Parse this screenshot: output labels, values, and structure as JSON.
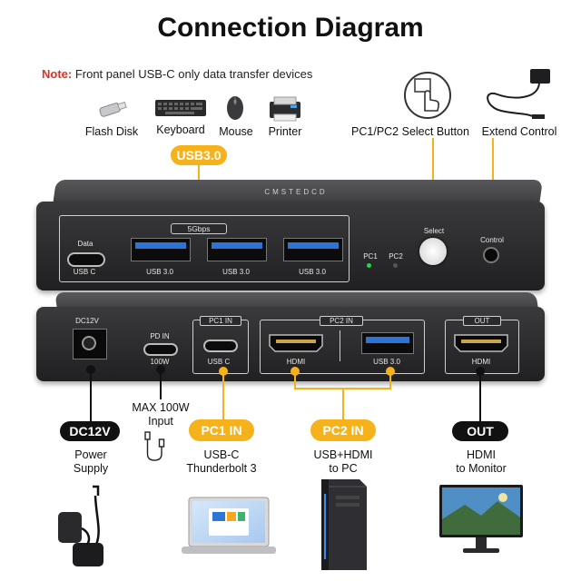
{
  "title": "Connection Diagram",
  "note": {
    "prefix": "Note:",
    "text": " Front panel USB-C only data transfer devices"
  },
  "devices": [
    "Flash Disk",
    "Keyboard",
    "Mouse",
    "Printer"
  ],
  "select_label": "PC1/PC2 Select Button",
  "extend_label": "Extend Control",
  "usb_badge": "USB3.0",
  "front": {
    "brand": "CMSTEDCD",
    "gbps": "5Gbps",
    "data": "Data",
    "usbc": "USB C",
    "usb30": "USB 3.0",
    "pc1": "PC1",
    "pc2": "PC2",
    "select": "Select",
    "control": "Control"
  },
  "back": {
    "dc12v": "DC12V",
    "pdin": "PD IN",
    "w100": "100W",
    "pc1in": "PC1 IN",
    "usbc": "USB C",
    "pc2in": "PC2 IN",
    "hdmi": "HDMI",
    "usb30": "USB 3.0",
    "out": "OUT"
  },
  "bottom": {
    "dc12v_badge": "DC12V",
    "power_supply": [
      "Power",
      "Supply"
    ],
    "max_input": [
      "MAX 100W",
      "Input"
    ],
    "pc1_badge": "PC1 IN",
    "pc1_desc": [
      "USB-C",
      "Thunderbolt 3"
    ],
    "pc2_badge": "PC2 IN",
    "pc2_desc": [
      "USB+HDMI",
      "to PC"
    ],
    "out_badge": "OUT",
    "out_desc": [
      "HDMI",
      "to Monitor"
    ]
  },
  "colors": {
    "accent": "#f6b21b",
    "note": "#e0301e",
    "device": "#2e2e30"
  }
}
